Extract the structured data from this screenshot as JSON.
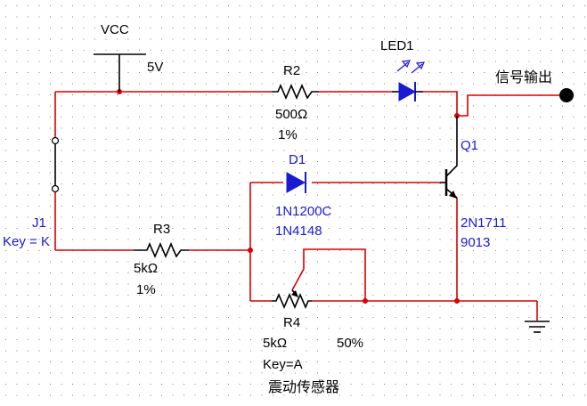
{
  "colors": {
    "wire": "#d80000",
    "component": "#000000",
    "label_blue": "#1a1ad0",
    "grid_dot": "#808080",
    "junction": "#d80000"
  },
  "caption": "震动传感器",
  "power": {
    "name": "VCC",
    "voltage": "5V"
  },
  "output": {
    "label": "信号输出"
  },
  "switch_j1": {
    "name": "J1",
    "key": "Key = K"
  },
  "resistor_r2": {
    "name": "R2",
    "value": "500Ω",
    "tolerance": "1%"
  },
  "led1": {
    "name": "LED1"
  },
  "diode_d1": {
    "name": "D1",
    "model1": "1N1200C",
    "model2": "1N4148"
  },
  "transistor_q1": {
    "name": "Q1",
    "model1": "2N1711",
    "model2": "9013"
  },
  "resistor_r3": {
    "name": "R3",
    "value": "5kΩ",
    "tolerance": "1%"
  },
  "potentiometer_r4": {
    "name": "R4",
    "value": "5kΩ",
    "setting": "50%",
    "key": "Key=A"
  },
  "ground": {
    "name": "ground-symbol"
  }
}
